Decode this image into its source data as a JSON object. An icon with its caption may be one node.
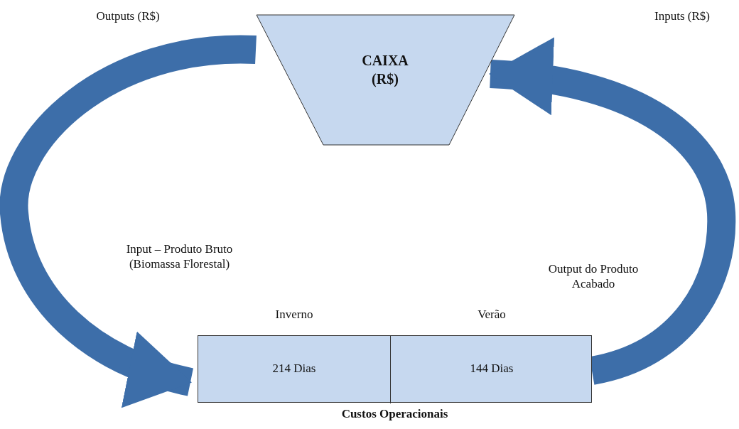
{
  "diagram": {
    "nodes": [
      {
        "text": [
          "CAIXA (R$)"
        ]
      },
      {
        "text": [
          "Custos Operacionais"
        ]
      },
      {
        "text": [
          "Inverno",
          "214 Dias"
        ],
        "in": 1
      },
      {
        "text": [
          "Verão",
          "144 Dias"
        ],
        "in": 1
      }
    ],
    "edges": [
      {
        "from": 0,
        "to": 1,
        "arrow": "to"
      },
      {
        "from": 1,
        "to": 0,
        "arrow": "to"
      }
    ],
    "labels": [
      "Outputs (R$)",
      "Inputs (R$)",
      "Input – Produto Bruto (Biomassa Florestal)",
      "Output do Produto Acabado"
    ]
  }
}
